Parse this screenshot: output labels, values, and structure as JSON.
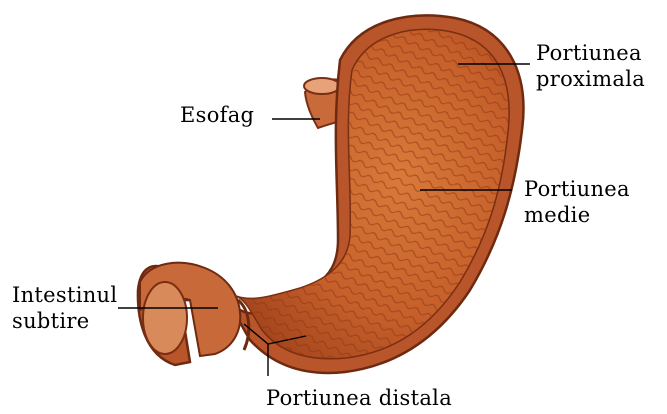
{
  "labels": {
    "esofag": "Esofag",
    "portiunea_proximala": [
      "Portiunea",
      "proximala"
    ],
    "portiunea_medie": [
      "Portiunea",
      "medie"
    ],
    "intestinul_subtire": [
      "Intestinul",
      "subtire"
    ],
    "portiunea_distala": "Portiunea distala"
  },
  "colors": {
    "background": "#ffffff",
    "text": "#000000",
    "stomach_outer": "#b9552a",
    "stomach_inner": "#c9652d",
    "stomach_fold": "#8a3516",
    "leader_line": "#000000"
  }
}
